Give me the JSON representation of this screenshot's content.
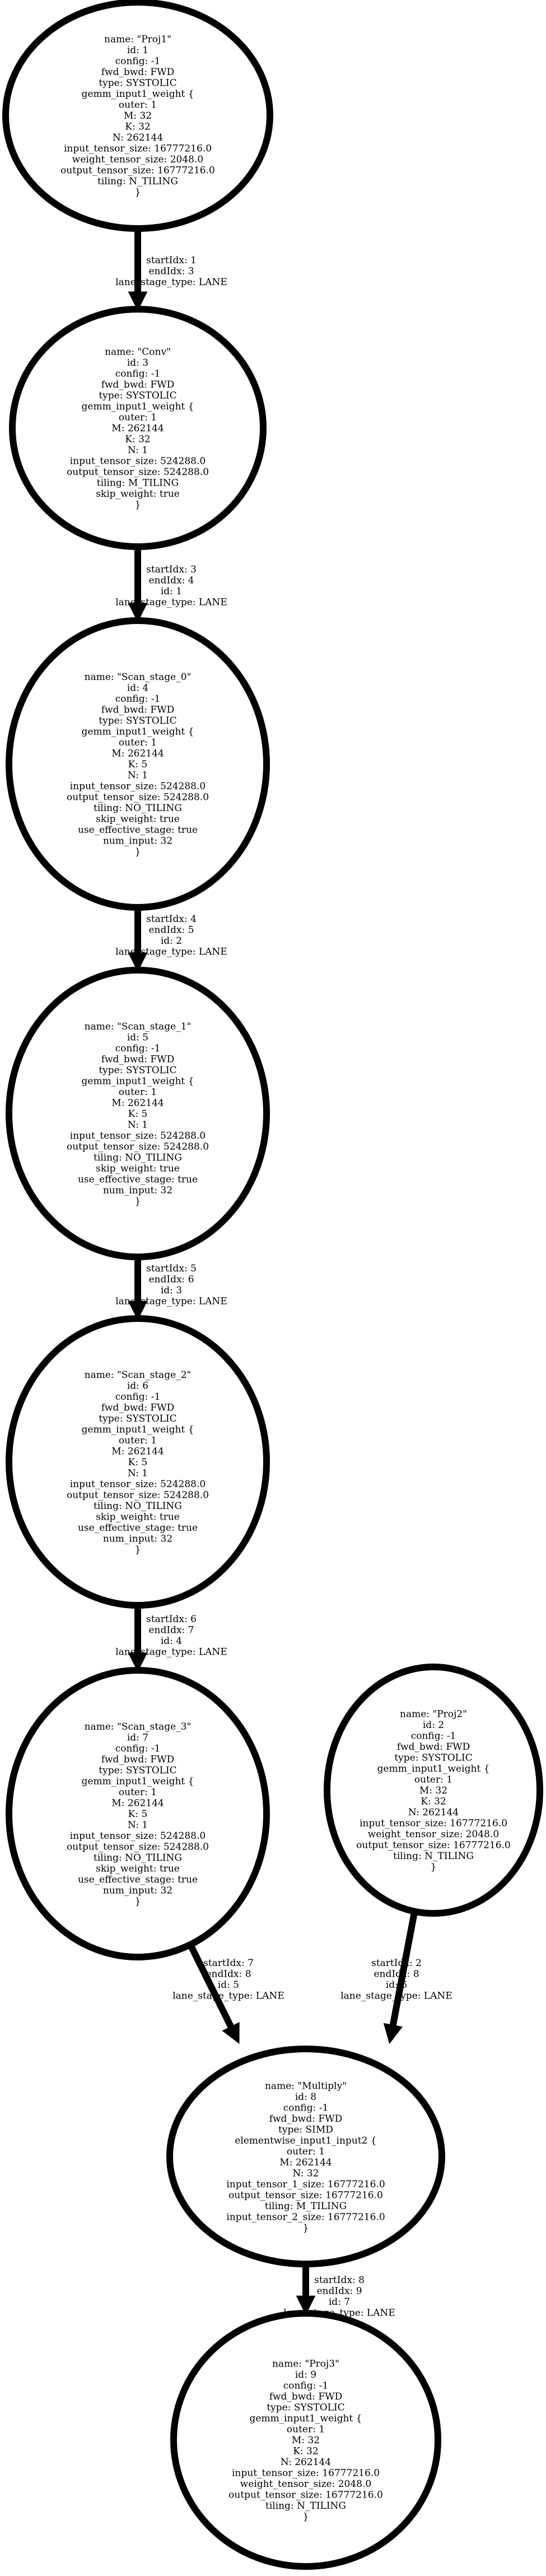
{
  "nodes": [
    {
      "id": "proj1",
      "lines": [
        "name: \"Proj1\"",
        "id: 1",
        "config: -1",
        "fwd_bwd: FWD",
        "type: SYSTOLIC",
        "gemm_input1_weight {",
        "outer: 1",
        "M: 32",
        "K: 32",
        "N: 262144",
        "input_tensor_size: 16777216.0",
        "weight_tensor_size: 2048.0",
        "output_tensor_size: 16777216.0",
        "tiling: N_TILING",
        "}"
      ]
    },
    {
      "id": "conv",
      "lines": [
        "name: \"Conv\"",
        "id: 3",
        "config: -1",
        "fwd_bwd: FWD",
        "type: SYSTOLIC",
        "gemm_input1_weight {",
        "outer: 1",
        "M: 262144",
        "K: 32",
        "N: 1",
        "input_tensor_size: 524288.0",
        "output_tensor_size: 524288.0",
        "tiling: M_TILING",
        "skip_weight: true",
        "}"
      ]
    },
    {
      "id": "scan0",
      "lines": [
        "name: \"Scan_stage_0\"",
        "id: 4",
        "config: -1",
        "fwd_bwd: FWD",
        "type: SYSTOLIC",
        "gemm_input1_weight {",
        "outer: 1",
        "M: 262144",
        "K: 5",
        "N: 1",
        "input_tensor_size: 524288.0",
        "output_tensor_size: 524288.0",
        "tiling: NO_TILING",
        "skip_weight: true",
        "use_effective_stage: true",
        "num_input: 32",
        "}"
      ]
    },
    {
      "id": "scan1",
      "lines": [
        "name: \"Scan_stage_1\"",
        "id: 5",
        "config: -1",
        "fwd_bwd: FWD",
        "type: SYSTOLIC",
        "gemm_input1_weight {",
        "outer: 1",
        "M: 262144",
        "K: 5",
        "N: 1",
        "input_tensor_size: 524288.0",
        "output_tensor_size: 524288.0",
        "tiling: NO_TILING",
        "skip_weight: true",
        "use_effective_stage: true",
        "num_input: 32",
        "}"
      ]
    },
    {
      "id": "scan2",
      "lines": [
        "name: \"Scan_stage_2\"",
        "id: 6",
        "config: -1",
        "fwd_bwd: FWD",
        "type: SYSTOLIC",
        "gemm_input1_weight {",
        "outer: 1",
        "M: 262144",
        "K: 5",
        "N: 1",
        "input_tensor_size: 524288.0",
        "output_tensor_size: 524288.0",
        "tiling: NO_TILING",
        "skip_weight: true",
        "use_effective_stage: true",
        "num_input: 32",
        "}"
      ]
    },
    {
      "id": "scan3",
      "lines": [
        "name: \"Scan_stage_3\"",
        "id: 7",
        "config: -1",
        "fwd_bwd: FWD",
        "type: SYSTOLIC",
        "gemm_input1_weight {",
        "outer: 1",
        "M: 262144",
        "K: 5",
        "N: 1",
        "input_tensor_size: 524288.0",
        "output_tensor_size: 524288.0",
        "tiling: NO_TILING",
        "skip_weight: true",
        "use_effective_stage: true",
        "num_input: 32",
        "}"
      ]
    },
    {
      "id": "proj2",
      "lines": [
        "name: \"Proj2\"",
        "id: 2",
        "config: -1",
        "fwd_bwd: FWD",
        "type: SYSTOLIC",
        "gemm_input1_weight {",
        "outer: 1",
        "M: 32",
        "K: 32",
        "N: 262144",
        "input_tensor_size: 16777216.0",
        "weight_tensor_size: 2048.0",
        "output_tensor_size: 16777216.0",
        "tiling: N_TILING",
        "}"
      ]
    },
    {
      "id": "multiply",
      "lines": [
        "name: \"Multiply\"",
        "id: 8",
        "config: -1",
        "fwd_bwd: FWD",
        "type: SIMD",
        "elementwise_input1_input2 {",
        "outer: 1",
        "M: 262144",
        "N: 32",
        "input_tensor_1_size: 16777216.0",
        "output_tensor_size: 16777216.0",
        "tiling: M_TILING",
        "input_tensor_2_size: 16777216.0",
        "}"
      ]
    },
    {
      "id": "proj3",
      "lines": [
        "name: \"Proj3\"",
        "id: 9",
        "config: -1",
        "fwd_bwd: FWD",
        "type: SYSTOLIC",
        "gemm_input1_weight {",
        "outer: 1",
        "M: 32",
        "K: 32",
        "N: 262144",
        "input_tensor_size: 16777216.0",
        "weight_tensor_size: 2048.0",
        "output_tensor_size: 16777216.0",
        "tiling: N_TILING",
        "}"
      ]
    }
  ],
  "edges": [
    {
      "from": "proj1",
      "to": "conv",
      "lines": [
        "startIdx: 1",
        "endIdx: 3",
        "lane_stage_type: LANE"
      ]
    },
    {
      "from": "conv",
      "to": "scan0",
      "lines": [
        "startIdx: 3",
        "endIdx: 4",
        "id: 1",
        "lane_stage_type: LANE"
      ]
    },
    {
      "from": "scan0",
      "to": "scan1",
      "lines": [
        "startIdx: 4",
        "endIdx: 5",
        "id: 2",
        "lane_stage_type: LANE"
      ]
    },
    {
      "from": "scan1",
      "to": "scan2",
      "lines": [
        "startIdx: 5",
        "endIdx: 6",
        "id: 3",
        "lane_stage_type: LANE"
      ]
    },
    {
      "from": "scan2",
      "to": "scan3",
      "lines": [
        "startIdx: 6",
        "endIdx: 7",
        "id: 4",
        "lane_stage_type: LANE"
      ]
    },
    {
      "from": "scan3",
      "to": "multiply",
      "lines": [
        "startIdx: 7",
        "endIdx: 8",
        "id: 5",
        "lane_stage_type: LANE"
      ]
    },
    {
      "from": "proj2",
      "to": "multiply",
      "lines": [
        "startIdx: 2",
        "endIdx: 8",
        "id: 6",
        "lane_stage_type: LANE"
      ]
    },
    {
      "from": "multiply",
      "to": "proj3",
      "lines": [
        "startIdx: 8",
        "endIdx: 9",
        "id: 7",
        "lane_stage_type: LANE"
      ]
    }
  ]
}
